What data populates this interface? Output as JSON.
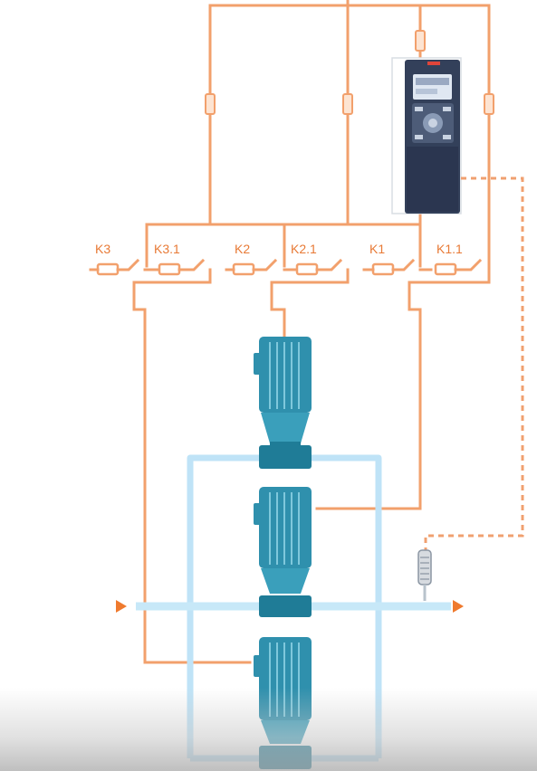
{
  "contactors": [
    {
      "id": "k3",
      "label": "K3"
    },
    {
      "id": "k3_1",
      "label": "K3.1"
    },
    {
      "id": "k2",
      "label": "K2"
    },
    {
      "id": "k2_1",
      "label": "K2.1"
    },
    {
      "id": "k1",
      "label": "K1"
    },
    {
      "id": "k1_1",
      "label": "K1.1"
    }
  ],
  "colors": {
    "wire": "#f2a06c",
    "pipe": "#bfe3f7",
    "motor": "#2f90ad",
    "drive": "#33405a",
    "arrow": "#ef7a2e"
  },
  "icons": {
    "drive": "frequency-converter-icon",
    "motor": "pump-motor-icon",
    "sensor": "pressure-sensor-icon",
    "flow_arrow": "flow-arrow-icon"
  }
}
